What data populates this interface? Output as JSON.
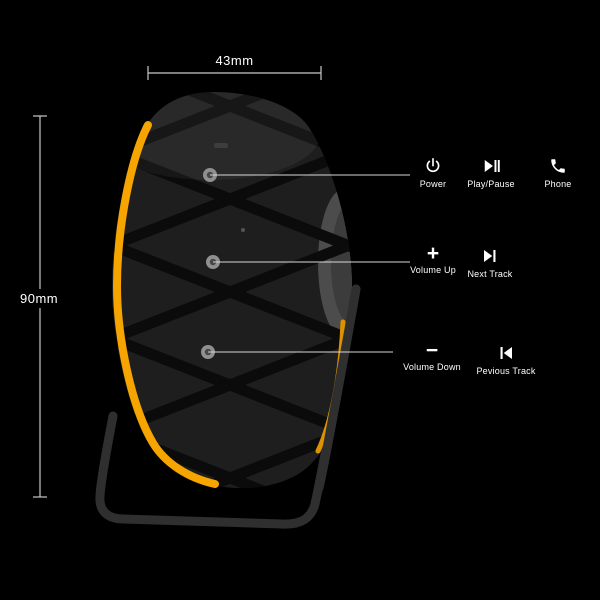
{
  "scene": {
    "background_color": "#000000",
    "accent_color": "#f6a400"
  },
  "measurements": {
    "width": "43mm",
    "height": "90mm"
  },
  "callouts": {
    "row1": [
      {
        "label": "Power"
      },
      {
        "label": "Play/Pause"
      },
      {
        "label": "Phone"
      }
    ],
    "row2": [
      {
        "symbol": "+",
        "label": "Volume Up"
      },
      {
        "label": "Next Track"
      }
    ],
    "row3": [
      {
        "symbol": "−",
        "label": "Volume Down"
      },
      {
        "label": "Pevious Track"
      }
    ]
  }
}
